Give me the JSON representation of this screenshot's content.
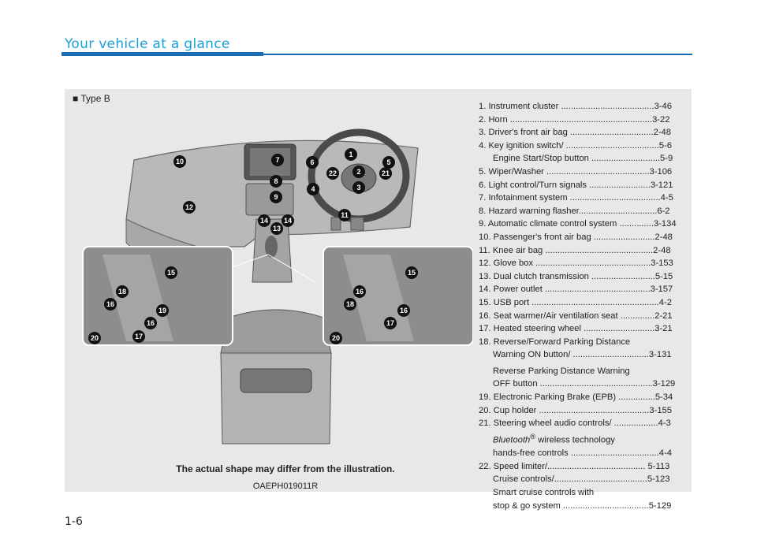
{
  "header": {
    "title": "Your vehicle at a glance"
  },
  "panel": {
    "type_label": "■ Type B",
    "note": "The actual shape may differ from the illustration.",
    "image_code": "OAEPH019011R"
  },
  "callouts": [
    "1",
    "2",
    "3",
    "4",
    "5",
    "6",
    "7",
    "8",
    "9",
    "10",
    "11",
    "12",
    "13",
    "14",
    "15",
    "16",
    "17",
    "18",
    "19",
    "20",
    "21",
    "22"
  ],
  "items": [
    {
      "text": "1. Instrument cluster ......................................3-46"
    },
    {
      "text": "2. Horn ..........................................................3-22"
    },
    {
      "text": "3. Driver's front air bag ..................................2-48"
    },
    {
      "text": "4. Key ignition switch/ ......................................5-6"
    },
    {
      "text": "Engine Start/Stop button ............................5-9"
    },
    {
      "text": "5. Wiper/Washer ..........................................3-106"
    },
    {
      "text": "6. Light control/Turn signals .........................3-121"
    },
    {
      "text": "7. Infotainment system .....................................4-5"
    },
    {
      "text": "8. Hazard warning flasher................................6-2"
    },
    {
      "text": "9. Automatic climate control system ..............3-134"
    },
    {
      "text": "10. Passenger's front air bag .........................2-48"
    },
    {
      "text": "11. Knee air bag ............................................2-48"
    },
    {
      "text": "12. Glove box ...............................................3-153"
    },
    {
      "text": "13. Dual clutch transmission ..........................5-15"
    },
    {
      "text": "14. Power outlet ...........................................3-157"
    },
    {
      "text": "15. USB port ....................................................4-2"
    },
    {
      "text": "16. Seat warmer/Air ventilation seat ..............2-21"
    },
    {
      "text": "17. Heated steering wheel .............................3-21"
    },
    {
      "text": "18. Reverse/Forward Parking Distance"
    },
    {
      "text": "Warning ON button/ ...............................3-131"
    },
    {
      "text": "Reverse Parking Distance Warning"
    },
    {
      "text": "OFF button ..............................................3-129"
    },
    {
      "text": "19. Electronic Parking Brake (EPB) ...............5-34"
    },
    {
      "text": "20. Cup holder .............................................3-155"
    },
    {
      "text": "21. Steering wheel audio controls/ ..................4-3"
    },
    {
      "text": "Bluetooth",
      "reg": "®",
      "rest": " wireless technology"
    },
    {
      "text": "hands-free controls ....................................4-4"
    },
    {
      "text": "22. Speed limiter/........................................ 5-113"
    },
    {
      "text": "Cruise controls/......................................5-123"
    },
    {
      "text": "Smart cruise controls with"
    },
    {
      "text": "stop & go system ...................................5-129"
    }
  ],
  "page": {
    "number": "1-6"
  }
}
